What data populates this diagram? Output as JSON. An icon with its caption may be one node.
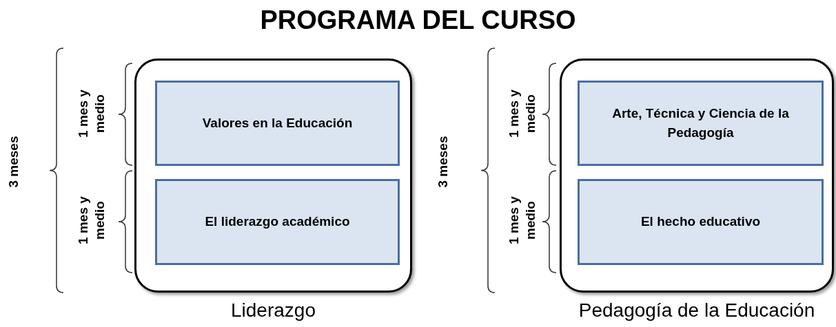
{
  "diagram": {
    "title": "PROGRAMA DEL CURSO",
    "nodes": [
      {
        "text": [
          "Liderazgo"
        ]
      },
      {
        "text": [
          "Valores en la Educación"
        ],
        "in": 0
      },
      {
        "text": [
          "El liderazgo académico"
        ],
        "in": 0
      },
      {
        "text": [
          "Pedagogía de la Educación"
        ]
      },
      {
        "text": [
          "Arte, Técnica y Ciencia de la Pedagogía"
        ],
        "in": 3
      },
      {
        "text": [
          "El hecho educativo"
        ],
        "in": 3
      }
    ],
    "edges": [],
    "labels": [
      "3 meses",
      "1 mes y medio",
      "1 mes y medio",
      "3 meses",
      "1 mes y medio",
      "1 mes y medio"
    ]
  }
}
